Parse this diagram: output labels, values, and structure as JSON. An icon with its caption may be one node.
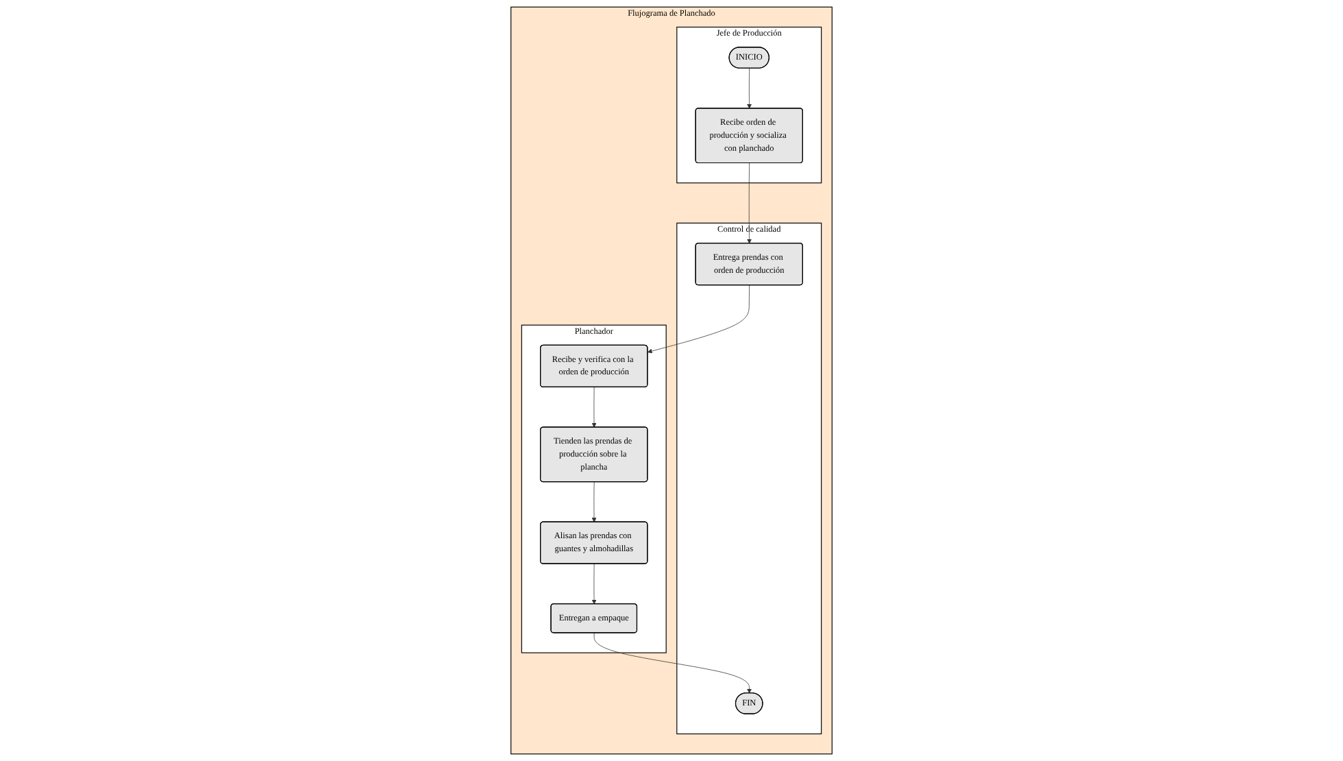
{
  "diagram": {
    "nodes": [
      {
        "text": [
          "Flujograma de Planchado"
        ]
      },
      {
        "text": [
          "Jefe de Producción"
        ],
        "in": 0
      },
      {
        "text": [
          "Control de calidad"
        ],
        "in": 0
      },
      {
        "text": [
          "Planchador"
        ],
        "in": 0
      },
      {
        "text": [
          "INICIO"
        ],
        "in": 1
      },
      {
        "text": [
          "Recibe orden de producción y socializa con planchado"
        ],
        "in": 1
      },
      {
        "text": [
          "Entrega prendas con orden de producción"
        ],
        "in": 2
      },
      {
        "text": [
          "Recibe y verifica con la orden de producción"
        ],
        "in": 3
      },
      {
        "text": [
          "Tienden las prendas de producción sobre la plancha"
        ],
        "in": 3
      },
      {
        "text": [
          "Alisan las prendas con guantes y almohadillas"
        ],
        "in": 3
      },
      {
        "text": [
          "Entregan a empaque"
        ],
        "in": 3
      },
      {
        "text": [
          "FIN"
        ],
        "in": 2
      }
    ],
    "edges": [
      {
        "from": 4,
        "to": 5,
        "arrow": "to"
      },
      {
        "from": 5,
        "to": 6,
        "arrow": "to"
      },
      {
        "from": 6,
        "to": 7,
        "arrow": "to"
      },
      {
        "from": 7,
        "to": 8,
        "arrow": "to"
      },
      {
        "from": 8,
        "to": 9,
        "arrow": "to"
      },
      {
        "from": 9,
        "to": 10,
        "arrow": "to"
      },
      {
        "from": 10,
        "to": 11,
        "arrow": "to"
      }
    ]
  }
}
